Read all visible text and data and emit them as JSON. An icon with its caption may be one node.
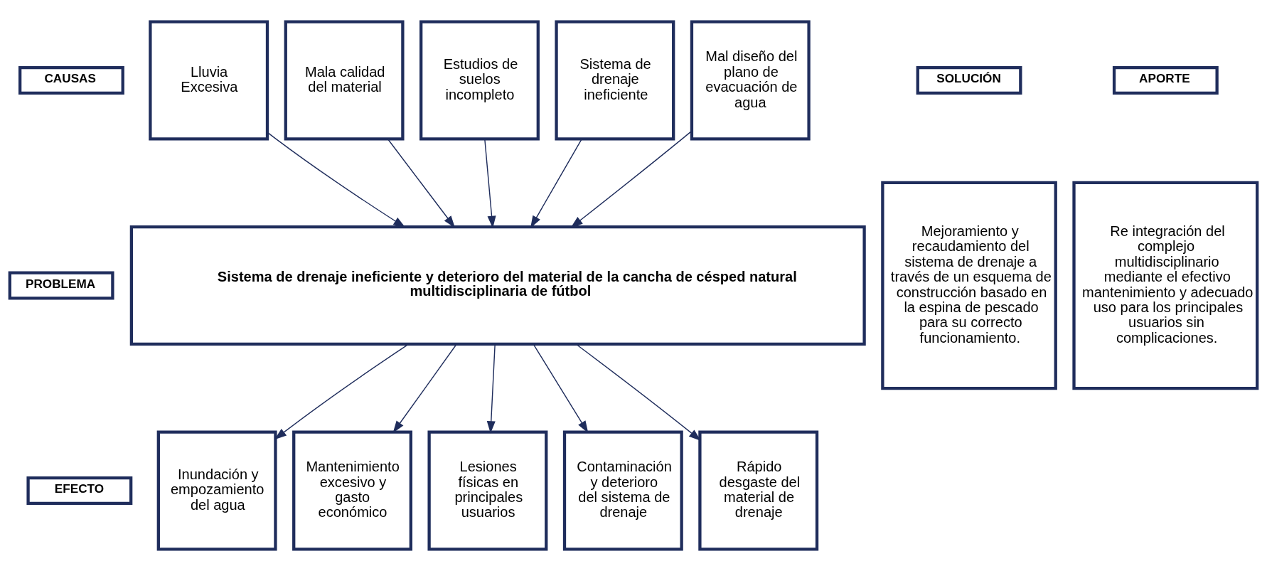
{
  "diagram": {
    "nodes": [
      {
        "text": [
          "CAUSAS"
        ]
      },
      {
        "text": [
          "Lluvia Excesiva"
        ]
      },
      {
        "text": [
          "Mala calidad del material"
        ]
      },
      {
        "text": [
          "Estudios de suelos incompleto"
        ]
      },
      {
        "text": [
          "Sistema de drenaje ineficiente"
        ]
      },
      {
        "text": [
          "Mal diseño del plano de evacuación de agua"
        ]
      },
      {
        "text": [
          "SOLUCIÓN"
        ]
      },
      {
        "text": [
          "APORTE"
        ]
      },
      {
        "text": [
          "Mejoramiento y recaudamiento del sistema de drenaje a través de un esquema de construcción basado en la espina de pescado para su correcto funcionamiento."
        ]
      },
      {
        "text": [
          "Re integración del complejo multidisciplinario mediante el efectivo mantenimiento y adecuado uso para los principales usuarios sin complicaciones."
        ]
      },
      {
        "text": [
          "PROBLEMA"
        ]
      },
      {
        "text": [
          "Sistema de drenaje ineficiente y deterioro del material de la cancha de césped natural multidisciplinaria de fútbol"
        ]
      },
      {
        "text": [
          "EFECTO"
        ]
      },
      {
        "text": [
          "Inundación y empozamiento del agua"
        ]
      },
      {
        "text": [
          "Mantenimiento excesivo y gasto económico"
        ]
      },
      {
        "text": [
          "Lesiones físicas en principales usuarios"
        ]
      },
      {
        "text": [
          "Contaminación y deterioro del sistema de drenaje"
        ]
      },
      {
        "text": [
          "Rápido desgaste del material de drenaje"
        ]
      }
    ],
    "edges": [
      {
        "from": 1,
        "to": 11,
        "arrow": "to"
      },
      {
        "from": 2,
        "to": 11,
        "arrow": "to"
      },
      {
        "from": 3,
        "to": 11,
        "arrow": "to"
      },
      {
        "from": 4,
        "to": 11,
        "arrow": "to"
      },
      {
        "from": 5,
        "to": 11,
        "arrow": "to"
      },
      {
        "from": 11,
        "to": 13,
        "arrow": "to"
      },
      {
        "from": 11,
        "to": 14,
        "arrow": "to"
      },
      {
        "from": 11,
        "to": 15,
        "arrow": "to"
      },
      {
        "from": 11,
        "to": 16,
        "arrow": "to"
      },
      {
        "from": 11,
        "to": 17,
        "arrow": "to"
      }
    ]
  }
}
